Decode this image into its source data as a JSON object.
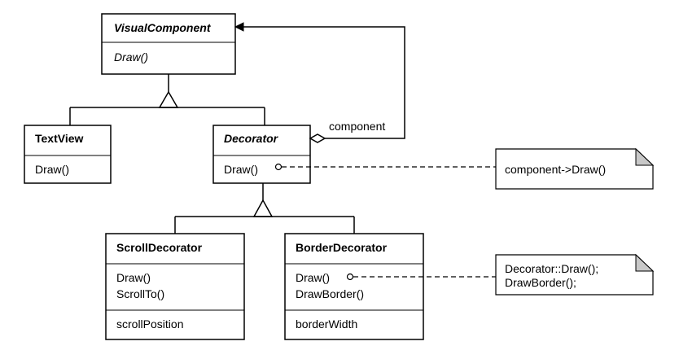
{
  "classes": {
    "visual_component": {
      "name": "VisualComponent",
      "operations": [
        "Draw()"
      ]
    },
    "text_view": {
      "name": "TextView",
      "operations": [
        "Draw()"
      ]
    },
    "decorator": {
      "name": "Decorator",
      "operations": [
        "Draw()"
      ]
    },
    "scroll_decorator": {
      "name": "ScrollDecorator",
      "operations": [
        "Draw()",
        "ScrollTo()"
      ],
      "attributes": [
        "scrollPosition"
      ]
    },
    "border_decorator": {
      "name": "BorderDecorator",
      "operations": [
        "Draw()",
        "DrawBorder()"
      ],
      "attributes": [
        "borderWidth"
      ]
    }
  },
  "associations": {
    "component_label": "component"
  },
  "notes": {
    "decorator_draw": [
      "component->Draw()"
    ],
    "border_draw": [
      "Decorator::Draw();",
      "DrawBorder();"
    ]
  }
}
